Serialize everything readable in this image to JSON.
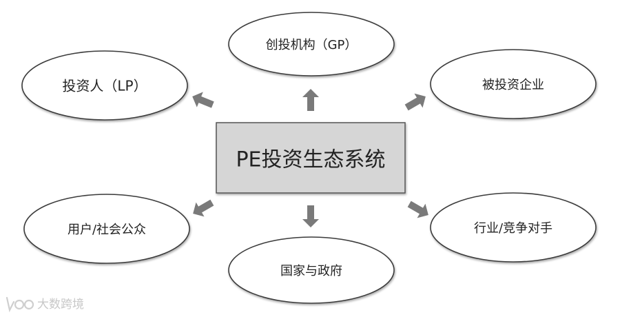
{
  "diagram": {
    "center": "PE投资生态系统",
    "nodes": {
      "lp": "投资人（LP）",
      "gp": "创投机构（GP）",
      "portfolio": "被投资企业",
      "users": "用户/社会公众",
      "government": "国家与政府",
      "competitors": "行业/竞争对手"
    }
  },
  "watermark": {
    "text": "大数跨境"
  },
  "colors": {
    "center_fill": "#d6d6d6",
    "arrow": "#7a7a7a",
    "stroke": "#3a3a3a"
  }
}
